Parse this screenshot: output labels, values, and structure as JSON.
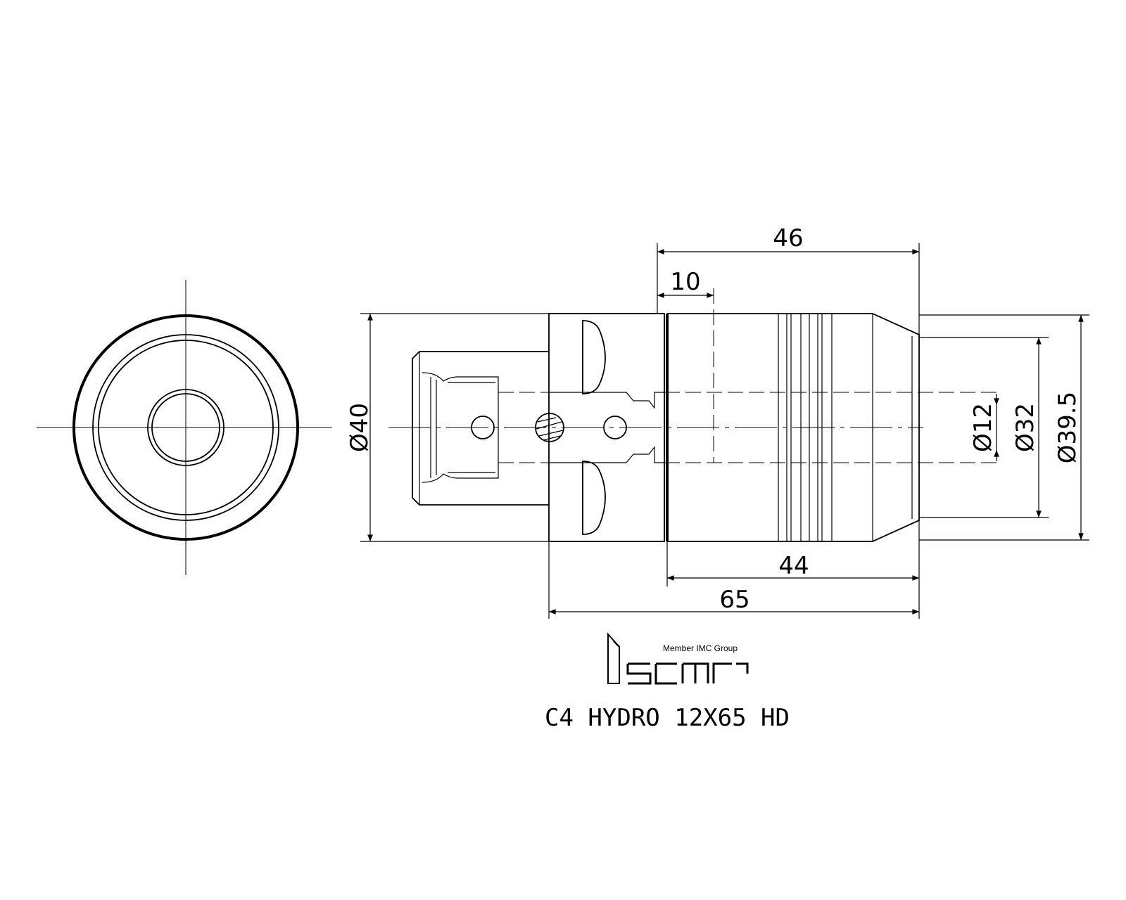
{
  "drawing": {
    "title": "C4 HYDRO 12X65 HD",
    "logo": {
      "text": "iscar",
      "tagline": "Member IMC Group"
    },
    "dimensions": {
      "overall_length": "65",
      "head_length": "46",
      "body_length": "44",
      "offset": "10",
      "diameter_40": "Ø40",
      "diameter_12": "Ø12",
      "diameter_32": "Ø32",
      "diameter_39_5": "Ø39.5"
    }
  }
}
